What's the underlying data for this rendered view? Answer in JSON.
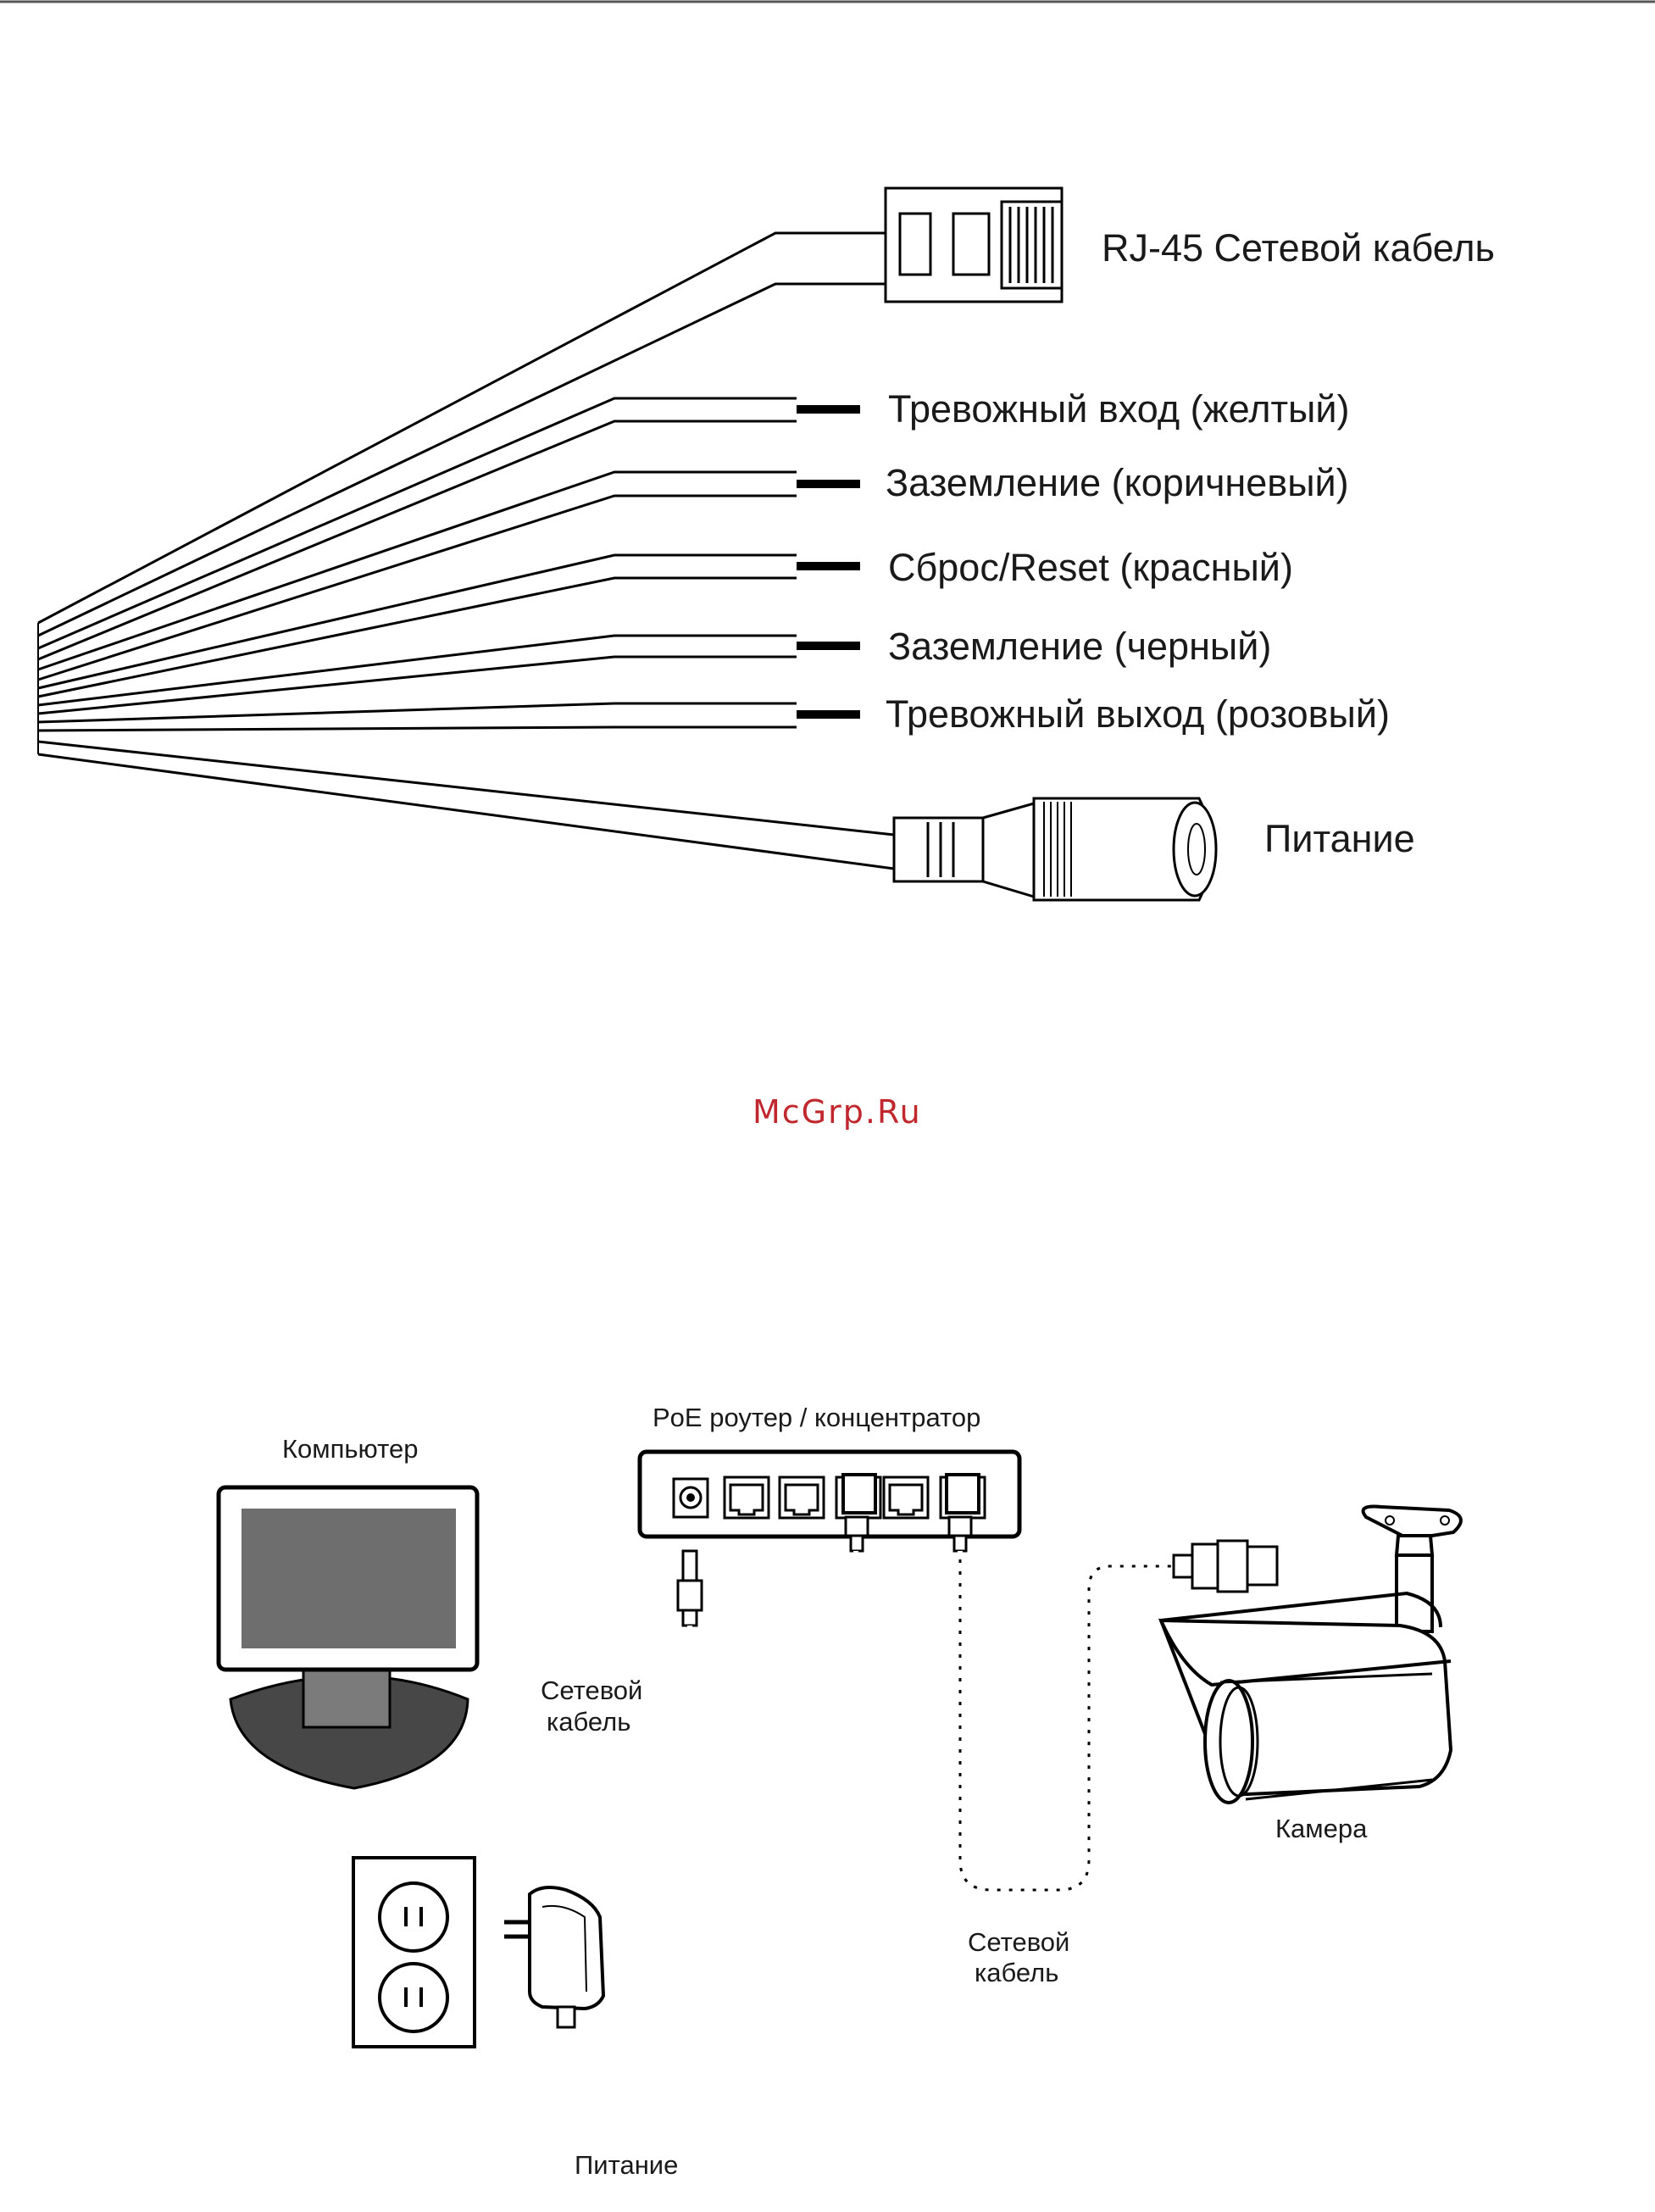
{
  "wiring_diagram": {
    "labels": {
      "rj45": "RJ-45 Сетевой кабель",
      "alarm_in": "Тревожный вход (желтый)",
      "ground_brown": "Заземление (коричневый)",
      "reset": "Сброс/Reset (красный)",
      "ground_black": "Заземление (черный)",
      "alarm_out": "Тревожный выход (розовый)",
      "power": "Питание"
    }
  },
  "watermark": "McGrp.Ru",
  "connection_diagram": {
    "labels": {
      "router": "PoE роутер / концентратор",
      "computer": "Компьютер",
      "network_cable_left": [
        "Сетевой",
        "кабель"
      ],
      "network_cable_right": [
        "Сетевой",
        "кабель"
      ],
      "camera": "Камера",
      "power": "Питание"
    }
  }
}
